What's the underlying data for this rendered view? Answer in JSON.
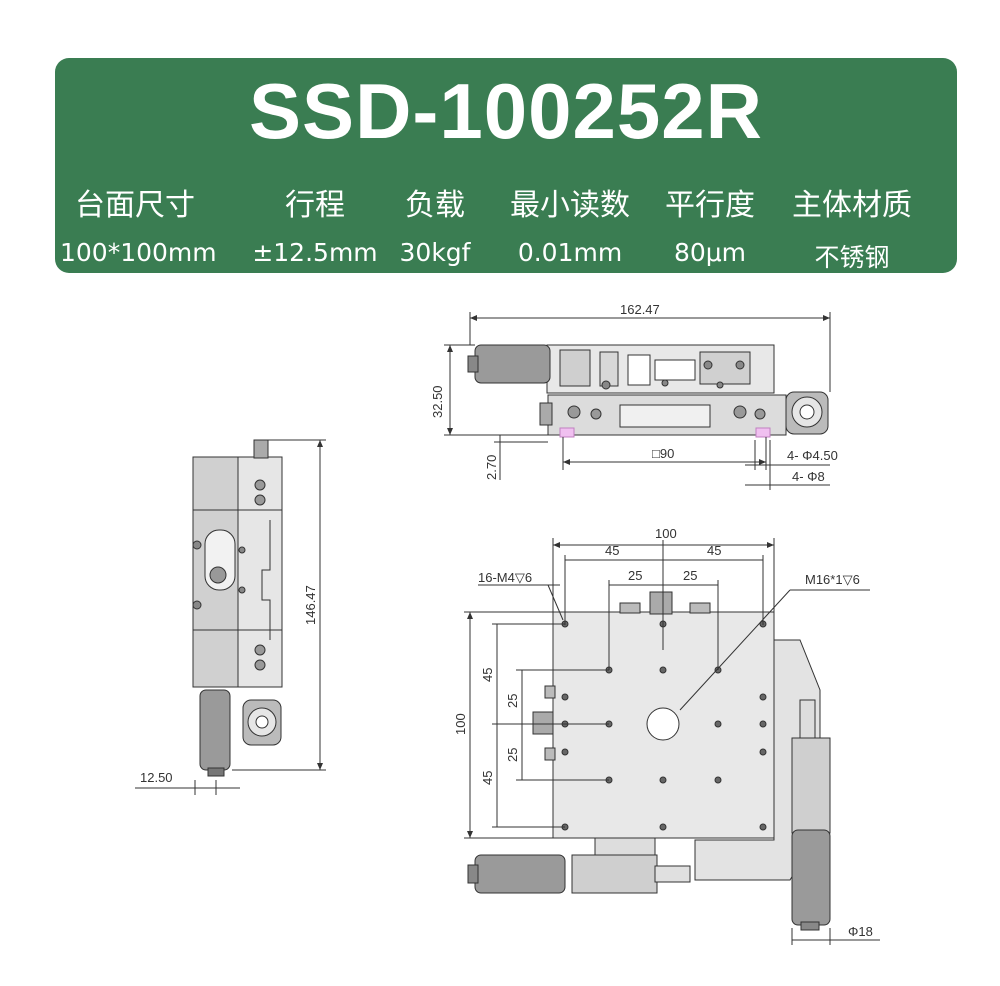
{
  "header": {
    "title": "SSD-100252R",
    "specs": [
      {
        "label": "台面尺寸",
        "value": "100*100mm"
      },
      {
        "label": "行程",
        "value": "±12.5mm"
      },
      {
        "label": "负载",
        "value": "30kgf"
      },
      {
        "label": "最小读数",
        "value": "0.01mm"
      },
      {
        "label": "平行度",
        "value": "80μm"
      },
      {
        "label": "主体材质",
        "value": "不锈钢"
      }
    ]
  },
  "colors": {
    "banner": "#3a7d52",
    "line": "#333333",
    "part": "#9a9a9a"
  },
  "dimensions": {
    "top_width": "162.47",
    "top_height": "32.50",
    "top_offset": "2.70",
    "top_square": "□90",
    "top_hole1": "4- Φ4.50",
    "top_hole2": "4- Φ8",
    "side_length": "146.47",
    "side_offset": "12.50",
    "plan_width": "100",
    "plan_half_left": "45",
    "plan_half_right": "45",
    "plan_inner_left": "25",
    "plan_inner_right": "25",
    "plan_tapped": "16-M4▽6",
    "plan_center_thread": "M16*1▽6",
    "plan_height": "100",
    "plan_v45_top": "45",
    "plan_v25_top": "25",
    "plan_v25_bottom": "25",
    "plan_v45_bottom": "45",
    "micrometer_dia": "Φ18"
  }
}
